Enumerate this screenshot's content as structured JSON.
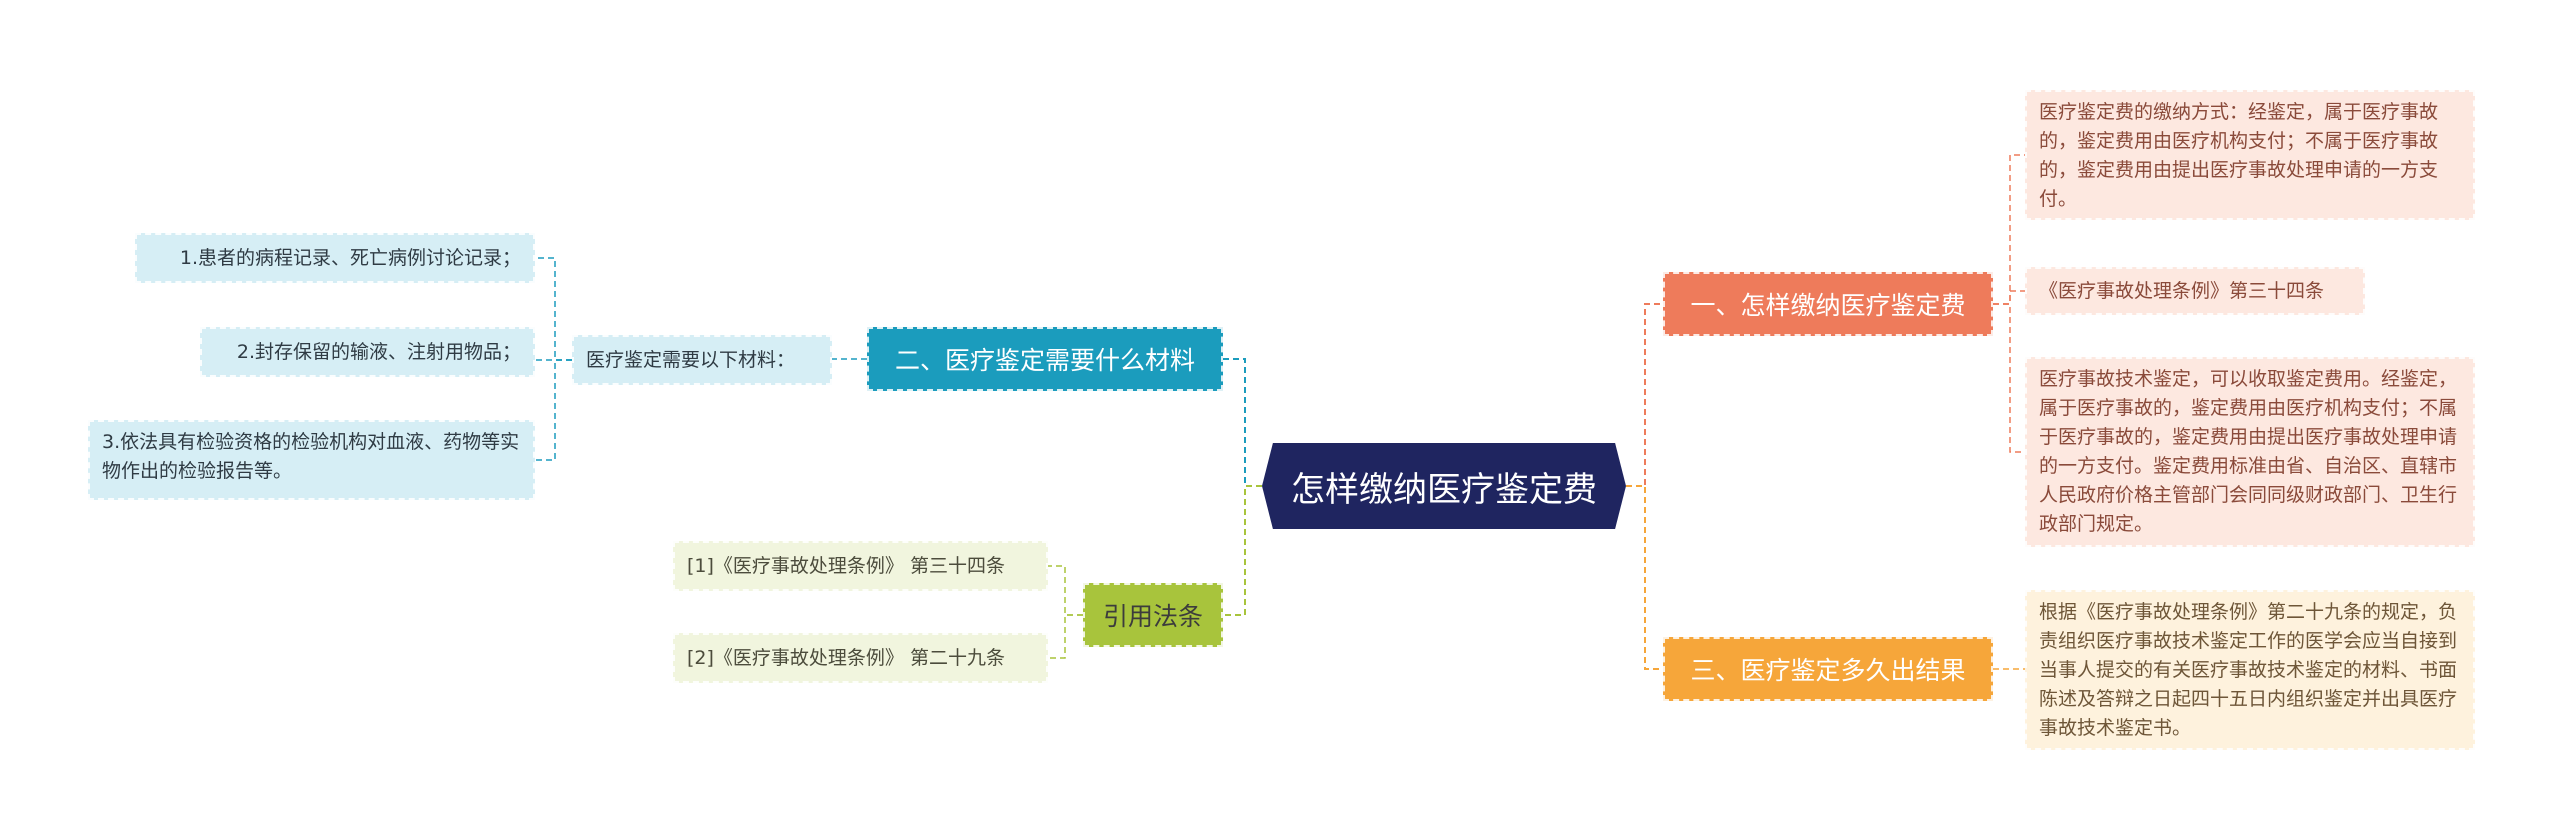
{
  "center": {
    "label": "怎样缴纳医疗鉴定费"
  },
  "branches": [
    {
      "label": "一、怎样缴纳医疗鉴定费",
      "color": "#ee7b5b"
    },
    {
      "label": "二、医疗鉴定需要什么材料",
      "color": "#1b9cbd"
    },
    {
      "label": "三、医疗鉴定多久出结果",
      "color": "#f6a63a"
    },
    {
      "label": "引用法条",
      "color": "#a8c43c"
    }
  ],
  "branch1_leaves": [
    "医疗鉴定费的缴纳方式：经鉴定，属于医疗事故的，鉴定费用由医疗机构支付；不属于医疗事故的，鉴定费用由提出医疗事故处理申请的一方支付。",
    "《医疗事故处理条例》第三十四条",
    "医疗事故技术鉴定，可以收取鉴定费用。经鉴定，属于医疗事故的，鉴定费用由医疗机构支付；不属于医疗事故的，鉴定费用由提出医疗事故处理申请的一方支付。鉴定费用标准由省、自治区、直辖市人民政府价格主管部门会同同级财政部门、卫生行政部门规定。"
  ],
  "branch2_mid": "医疗鉴定需要以下材料：",
  "branch2_leaves": [
    "1.患者的病程记录、死亡病例讨论记录；",
    "2.封存保留的输液、注射用物品；",
    "3.依法具有检验资格的检验机构对血液、药物等实物作出的检验报告等。"
  ],
  "branch3_leaves": [
    "根据《医疗事故处理条例》第二十九条的规定，负责组织医疗事故技术鉴定工作的医学会应当自接到当事人提交的有关医疗事故技术鉴定的材料、书面陈述及答辩之日起四十五日内组织鉴定并出具医疗事故技术鉴定书。"
  ],
  "branch4_leaves": [
    "[1]《医疗事故处理条例》 第三十四条",
    "[2]《医疗事故处理条例》 第二十九条"
  ]
}
